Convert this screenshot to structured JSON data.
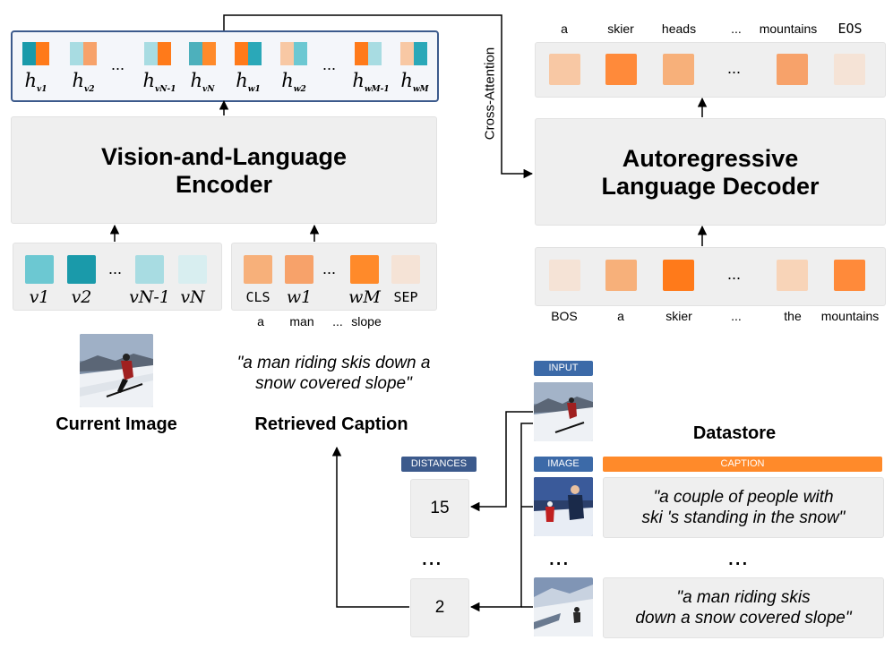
{
  "colors": {
    "panel_bg": "#efefef",
    "teal_dark": "#1a9aaa",
    "teal_mid": "#6cc8d2",
    "teal_light": "#a8dce2",
    "teal_faint": "#d8eef0",
    "orange_dark": "#ff7a1a",
    "orange_mid": "#f7a26a",
    "orange_light": "#f8c8a4",
    "orange_faint": "#f5e3d6",
    "tag_blue": "#3c6aa8",
    "tag_orange": "#ff8a2a"
  },
  "encoder": {
    "title_line1": "Vision-and-Language",
    "title_line2": "Encoder",
    "hidden_labels": [
      {
        "base": "h",
        "sub": "v1"
      },
      {
        "base": "h",
        "sub": "v2"
      },
      {
        "base": "h",
        "sub": "vN-1"
      },
      {
        "base": "h",
        "sub": "vN"
      },
      {
        "base": "h",
        "sub": "w1"
      },
      {
        "base": "h",
        "sub": "w2"
      },
      {
        "base": "h",
        "sub": "wM-1"
      },
      {
        "base": "h",
        "sub": "wM"
      }
    ],
    "ellipsis": "...",
    "visual_labels": [
      "v1",
      "v2",
      "vN-1",
      "vN"
    ],
    "visual_ellipsis": "...",
    "text_labels": [
      "CLS",
      "w1",
      "wM",
      "SEP"
    ],
    "text_ellipsis": "...",
    "under_words": [
      "a",
      "man",
      "...",
      "slope"
    ]
  },
  "cross_attention_label": "Cross-Attention",
  "decoder": {
    "title_line1": "Autoregressive",
    "title_line2": "Language Decoder",
    "output_tokens": [
      "a",
      "skier",
      "heads",
      "...",
      "mountains",
      "EOS"
    ],
    "input_tokens": [
      "BOS",
      "a",
      "skier",
      "...",
      "the",
      "mountains"
    ],
    "ellipsis": "..."
  },
  "current_image_label": "Current Image",
  "retrieved_caption_label": "Retrieved Caption",
  "retrieved_caption_text": "\"a man riding skis down a snow covered slope\"",
  "datastore": {
    "title": "Datastore",
    "input_tag": "INPUT",
    "distances_tag": "DISTANCES",
    "image_tag": "IMAGE",
    "caption_tag": "CAPTION",
    "distances": [
      "15",
      "2"
    ],
    "dots": "...",
    "captions": [
      {
        "line1": "\"a couple of people with",
        "line2": "ski 's standing in the snow\""
      },
      {
        "line1": "\"a man riding skis",
        "line2": "down a snow covered slope\""
      }
    ]
  }
}
